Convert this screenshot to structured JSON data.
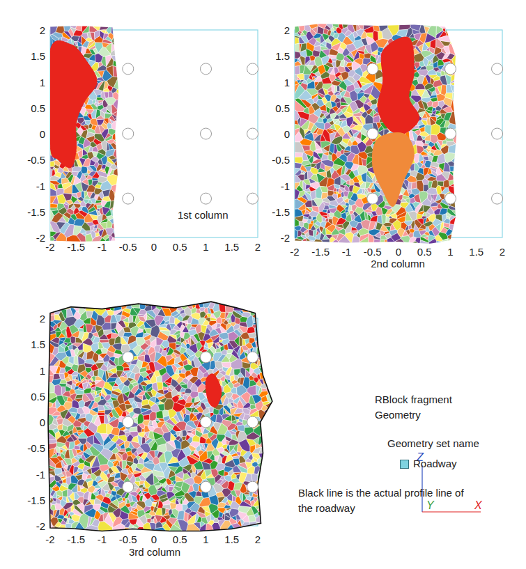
{
  "diagram": {
    "labels": [
      "2",
      "1.5",
      "1",
      "0.5",
      "0",
      "-0.5",
      "-1",
      "-1.5",
      "-2",
      "-2",
      "-1.5",
      "-1",
      "-0.5",
      "0",
      "0.5",
      "1",
      "1.5",
      "2",
      "1st column",
      "2",
      "1.5",
      "1",
      "0.5",
      "0",
      "-0.5",
      "-1",
      "-1.5",
      "-2",
      "-2",
      "-1.5",
      "-1",
      "-0.5",
      "0",
      "0.5",
      "1",
      "1.5",
      "2",
      "2nd column",
      "2",
      "1.5",
      "1",
      "0.5",
      "0",
      "-0.5",
      "-1",
      "-1.5",
      "-2",
      "-2",
      "-1.5",
      "-1",
      "-0.5",
      "0",
      "0.5",
      "1",
      "1.5",
      "2",
      "3rd column",
      "RBlock fragment",
      "Geometry",
      "Geometry set name",
      "Black line is the actual profile line of the roadway",
      "Z",
      "Y",
      "X"
    ],
    "legend": [
      {
        "text": "Roadway",
        "color": "#7fd3e0"
      }
    ]
  }
}
